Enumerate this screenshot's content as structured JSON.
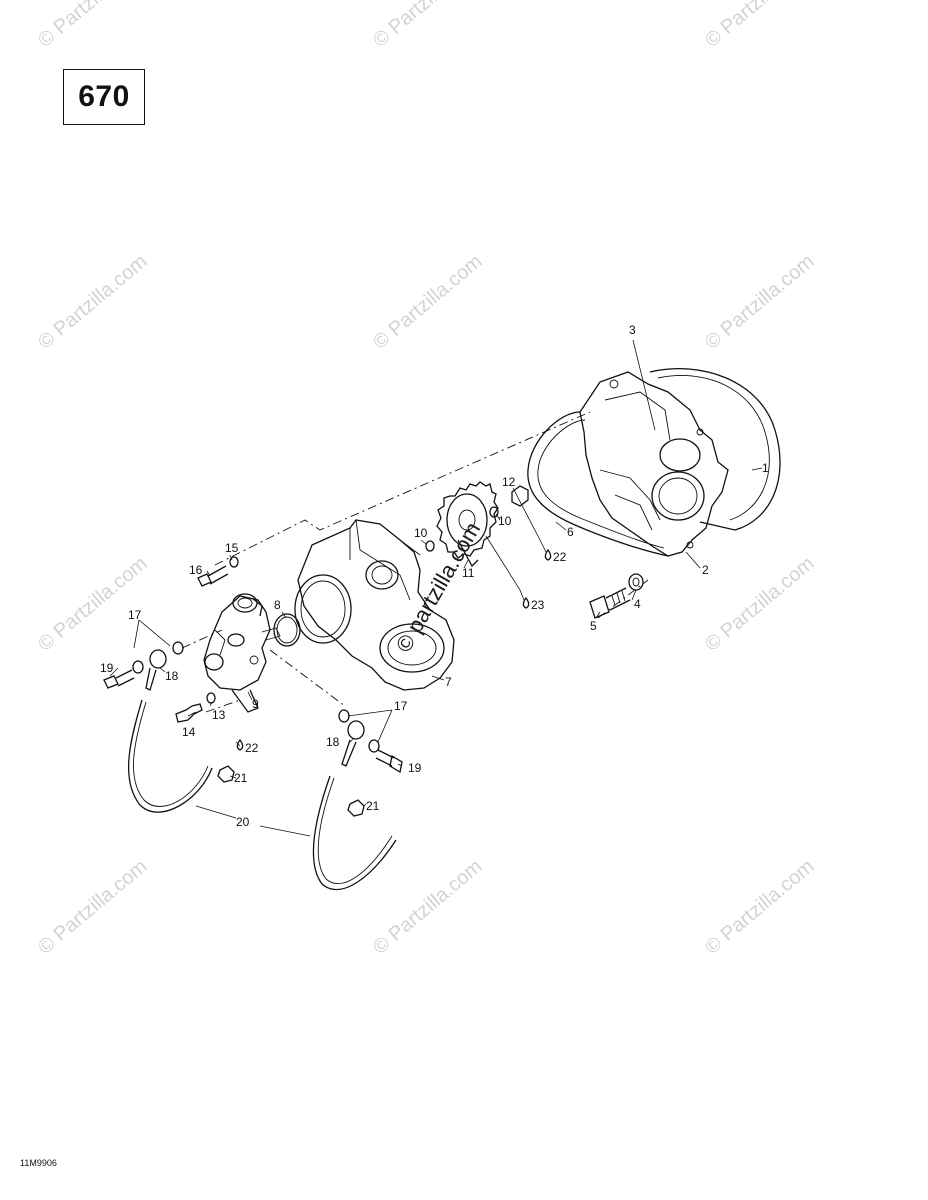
{
  "engine_label": "670",
  "footer_code": "11M9906",
  "watermark_text": "© Partzilla.com",
  "center_watermark_text": "© partzilla.com",
  "callouts": [
    "1",
    "2",
    "3",
    "4",
    "5",
    "6",
    "7",
    "8",
    "9",
    "10",
    "10",
    "11",
    "12",
    "13",
    "14",
    "15",
    "16",
    "17",
    "17",
    "18",
    "18",
    "19",
    "19",
    "20",
    "21",
    "21",
    "22",
    "22",
    "23"
  ]
}
